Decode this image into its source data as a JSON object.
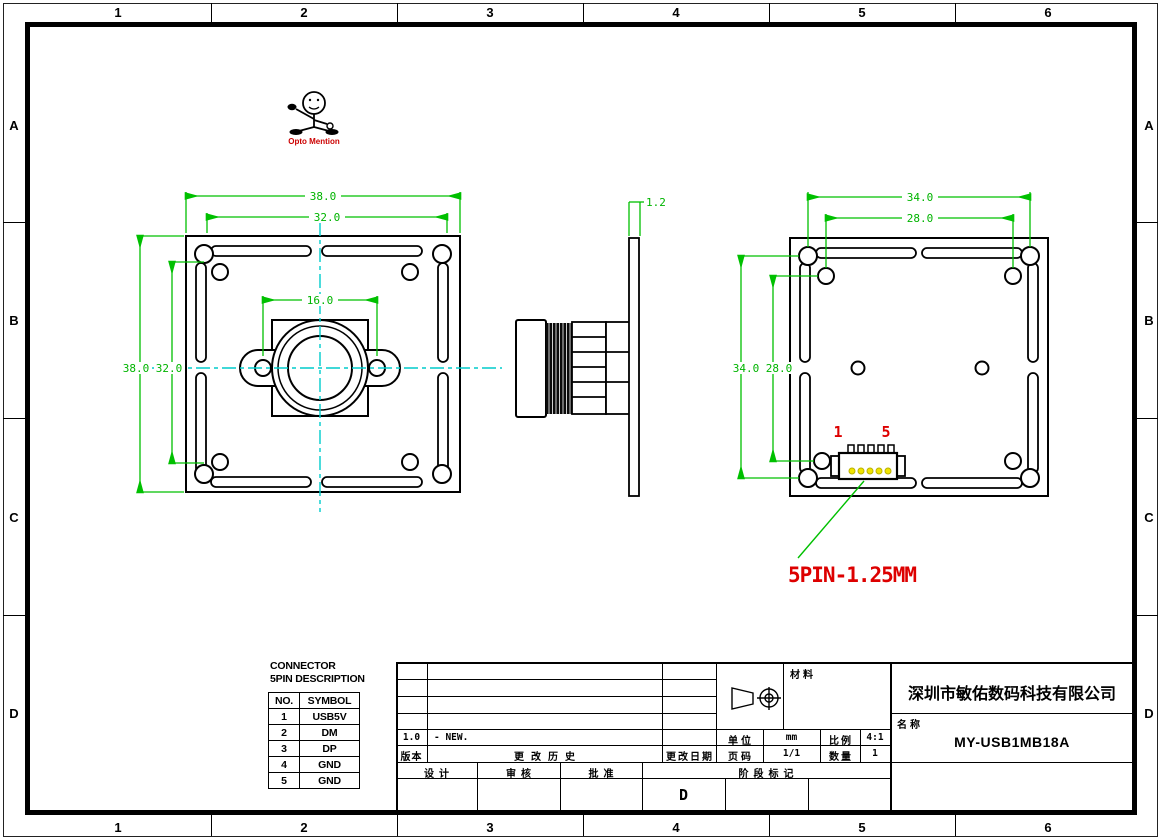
{
  "sheet": {
    "zone_columns": [
      "1",
      "2",
      "3",
      "4",
      "5",
      "6"
    ],
    "zone_rows": [
      "A",
      "B",
      "C",
      "D"
    ]
  },
  "logo": {
    "caption": "Opto Mention"
  },
  "dims": {
    "front_width": "38.0",
    "front_inner_width": "32.0",
    "front_lens_hole_spacing": "16.0",
    "front_height": "38.0",
    "front_inner_height": "32.0",
    "side_pcb_thickness": "1.2",
    "back_width": "34.0",
    "back_inner_width": "28.0",
    "back_height": "34.0",
    "back_inner_height": "28.0",
    "pin_first": "1",
    "pin_last": "5",
    "connector_note": "5PIN-1.25MM"
  },
  "connector_table": {
    "title1": "CONNECTOR",
    "title2": "5PIN DESCRIPTION",
    "col_no": "NO.",
    "col_symbol": "SYMBOL",
    "rows": [
      {
        "no": "1",
        "symbol": "USB5V"
      },
      {
        "no": "2",
        "symbol": "DM"
      },
      {
        "no": "3",
        "symbol": "DP"
      },
      {
        "no": "4",
        "symbol": "GND"
      },
      {
        "no": "5",
        "symbol": "GND"
      }
    ]
  },
  "title_block": {
    "rev_version": "1.0",
    "rev_note": "- NEW.",
    "label_version": "版本",
    "label_history": "更改历史",
    "label_date": "更改日期",
    "label_unit": "单位",
    "unit": "mm",
    "label_scale": "比例",
    "scale": "4:1",
    "label_page": "页码",
    "page": "1/1",
    "label_qty": "数量",
    "qty": "1",
    "label_material": "材料",
    "label_stage": "阶段标记",
    "stage_mark": "D",
    "label_design": "设计",
    "label_review": "审核",
    "label_approve": "批准",
    "company": "深圳市敏佑数码科技有限公司",
    "label_name": "名称",
    "part_number": "MY-USB1MB18A"
  }
}
